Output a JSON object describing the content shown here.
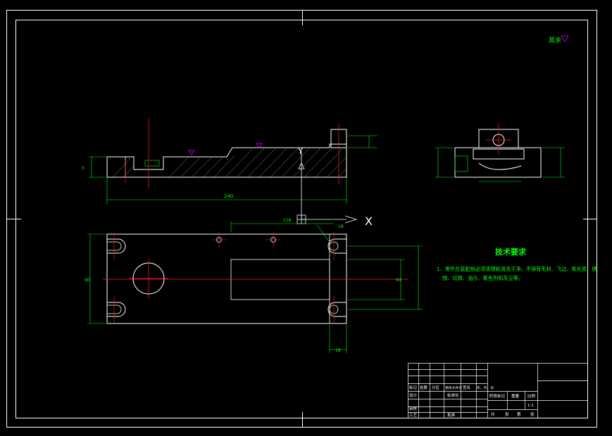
{
  "drawing": {
    "roughness_note": "其余",
    "dims": {
      "d118": "118",
      "d240": "240",
      "d90": "90",
      "d64": "64",
      "d18": "18",
      "d3": "3"
    },
    "axis_x": "X",
    "axis_y": "Y",
    "tech_title": "技术要求",
    "tech_line1": "1、零件在装配前必须清理和清洗干净，不得有毛刺、飞边、氧化皮、锈",
    "tech_line2": "蚀、切屑、油污、着色剂和灰尘等。"
  },
  "title_block": {
    "c_mark": "标记",
    "c_count": "处数",
    "c_zone": "分区",
    "c_docno": "更改文件号",
    "c_sign": "签名",
    "c_date": "年、月、日",
    "designer": "设计",
    "standard": "标准化",
    "checker": "审核",
    "process": "工艺",
    "approve": "批准",
    "stage": "阶段标记",
    "weight": "重量",
    "scale_label": "比例",
    "scale": "1:1",
    "sheet_total": "共",
    "sheet_unit": "张",
    "sheet_no": "第"
  }
}
